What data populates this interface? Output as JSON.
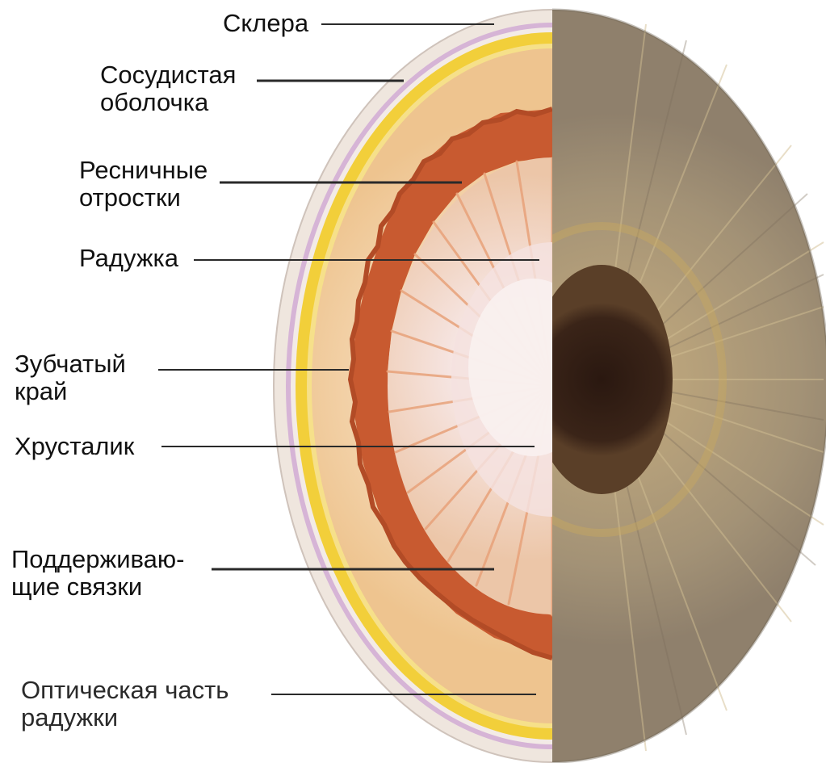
{
  "labels": {
    "sclera": "Склера",
    "choroid_line1": "Сосудистая",
    "choroid_line2": "оболочка",
    "ciliary_line1": "Ресничные",
    "ciliary_line2": "отростки",
    "iris": "Радужка",
    "serrated_line1": "Зубчатый",
    "serrated_line2": "край",
    "lens": "Хрусталик",
    "ligaments_line1": "Поддерживаю-",
    "ligaments_line2": "щие связки",
    "optic_line1": "Оптическая часть",
    "optic_line2": "радужки"
  },
  "colors": {
    "sclera": "#efe4dc",
    "sclera_band": "#d6b4d6",
    "choroid": "#f2cf3a",
    "retina": "#f3d2a4",
    "ciliary": "#c85a30",
    "lens_center": "#f5e7e6",
    "iris_outer": "#9d8a6c",
    "iris_inner": "#b9a47c",
    "pupil": "#3a2418"
  }
}
